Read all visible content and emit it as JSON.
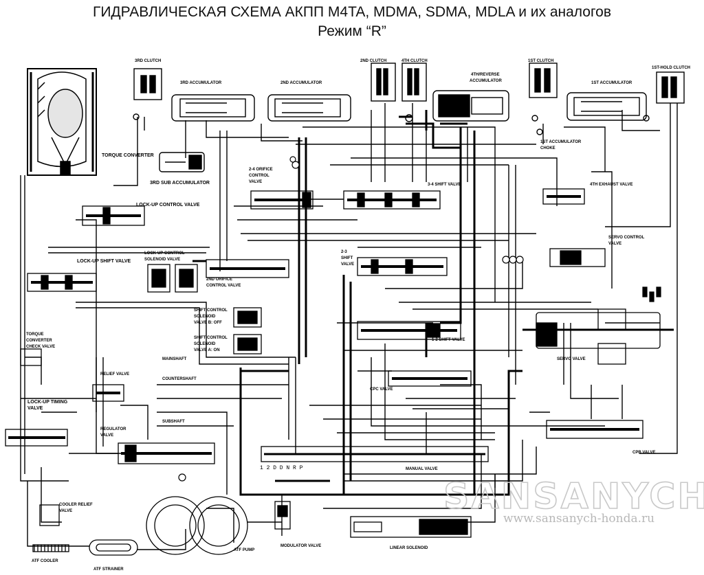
{
  "header": {
    "title": "ГИДРАВЛИЧЕСКАЯ СХЕМА АКПП M4TA, MDMA, SDMA, MDLA и их аналогов",
    "subtitle": "Режим “R”"
  },
  "watermark": {
    "logo_text": "SANSANYCH",
    "url": "www.sansanych-honda.ru"
  },
  "labels": {
    "clutch_3rd": "3RD CLUTCH",
    "acc_3rd": "3RD ACCUMULATOR",
    "acc_2nd": "2ND ACCUMULATOR",
    "clutch_2nd": "2ND CLUTCH",
    "clutch_4th": "4TH CLUTCH",
    "acc_4th_rev_1": "4TH/REVERSE",
    "acc_4th_rev_2": "ACCUMULATOR",
    "clutch_1st": "1ST CLUTCH",
    "acc_1st": "1ST ACCUMULATOR",
    "hold_clutch": "1ST-HOLD CLUTCH",
    "acc_choke_1": "1ST ACCUMULATOR",
    "acc_choke_2": "CHOKE",
    "torque_converter": "TORQUE CONVERTER",
    "sub_acc_3rd": "3RD SUB ACCUMULATOR",
    "orifice_24_1": "2-4 ORIFICE",
    "orifice_24_2": "CONTROL",
    "orifice_24_3": "VALVE",
    "shift_34": "3-4 SHIFT VALVE",
    "exhaust_4th": "4TH EXHAUST VALVE",
    "lockup_control": "LOCK-UP CONTROL VALVE",
    "servo_control_1": "SERVO CONTROL",
    "servo_control_2": "VALVE",
    "lockup_shift": "LOCK-UP SHIFT VALVE",
    "lockup_sol_1": "LOCK-UP CONTROL",
    "lockup_sol_2": "SOLENOID VALVE",
    "orifice_2nd_1": "2ND ORIFICE",
    "orifice_2nd_2": "CONTROL VALVE",
    "shift_23_1": "2-3",
    "shift_23_2": "SHIFT",
    "shift_23_3": "VALVE",
    "scs_b_1": "SHIFT CONTROL",
    "scs_b_2": "SOLENOID",
    "scs_b_3": "VALVE B: OFF",
    "scs_a_1": "SHIFT CONTROL",
    "scs_a_2": "SOLENOID",
    "scs_a_3": "VALVE A: ON",
    "shift_12": "1-2 SHIFT VALVE",
    "servo_valve": "SERVO VALVE",
    "tc_check_1": "TORQUE",
    "tc_check_2": "CONVERTER",
    "tc_check_3": "CHECK VALVE",
    "relief": "RELIEF VALVE",
    "cpc": "CPC VALVE",
    "lockup_timing_1": "LOCK-UP TIMING",
    "lockup_timing_2": "VALVE",
    "regulator_1": "REGULATOR",
    "regulator_2": "VALVE",
    "manual": "MANUAL VALVE",
    "cpb": "CPB VALVE",
    "cooler_relief_1": "COOLER RELIEF",
    "cooler_relief_2": "VALVE",
    "atf_pump": "ATF PUMP",
    "modulator": "MODULATOR VALVE",
    "linear_solenoid": "LINEAR SOLENOID",
    "atf_cooler": "ATF COOLER",
    "atf_strainer": "ATF STRAINER",
    "mainshaft": "MAINSHAFT",
    "countershaft": "COUNTERSHAFT",
    "subshaft": "SUBSHAFT",
    "manual_positions": "1 2 D D N R P"
  }
}
